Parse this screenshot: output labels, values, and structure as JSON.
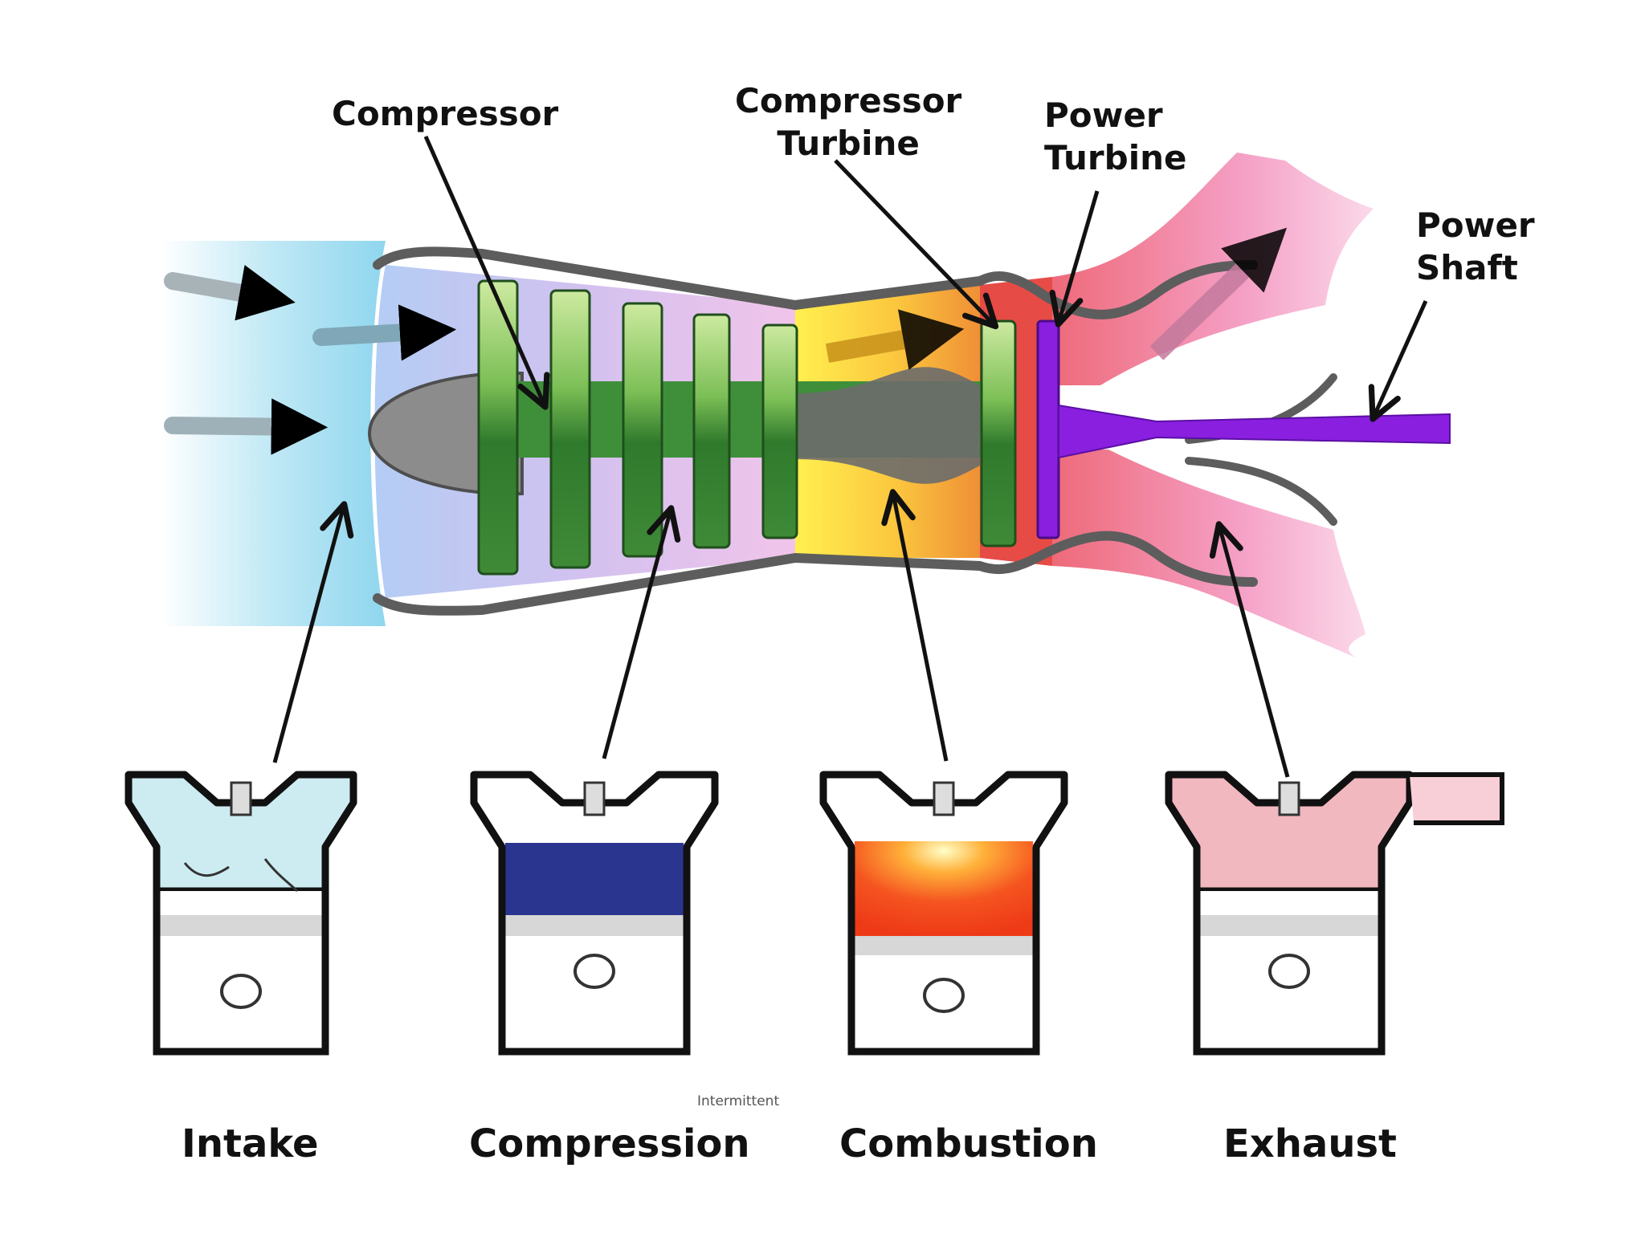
{
  "labels": {
    "compressor": "Compressor",
    "compressor_turbine_1": "Compressor",
    "compressor_turbine_2": "Turbine",
    "power_turbine_1": "Power",
    "power_turbine_2": "Turbine",
    "power_shaft_1": "Power",
    "power_shaft_2": "Shaft",
    "intake": "Intake",
    "compression": "Compression",
    "combustion": "Combustion",
    "exhaust": "Exhaust",
    "intermittent": "Intermittent"
  },
  "colors": {
    "intake_air": "#9fdcef",
    "compressor_blades": "#3f8f3a",
    "compressor_blade_light": "#b8e08c",
    "combustion_yellow": "#ffe94a",
    "combustion_orange": "#f4a23c",
    "turbine_red": "#e84c4c",
    "exhaust_pink": "#f4b3d2",
    "power_shaft": "#8a1fe0",
    "casing": "#5a5a5a",
    "cylinder_intake": "#cdecf2",
    "cylinder_compression": "#2a3590",
    "cylinder_combustion": "#f0421a",
    "cylinder_exhaust": "#f2b8c0",
    "arrow": "#111111"
  }
}
